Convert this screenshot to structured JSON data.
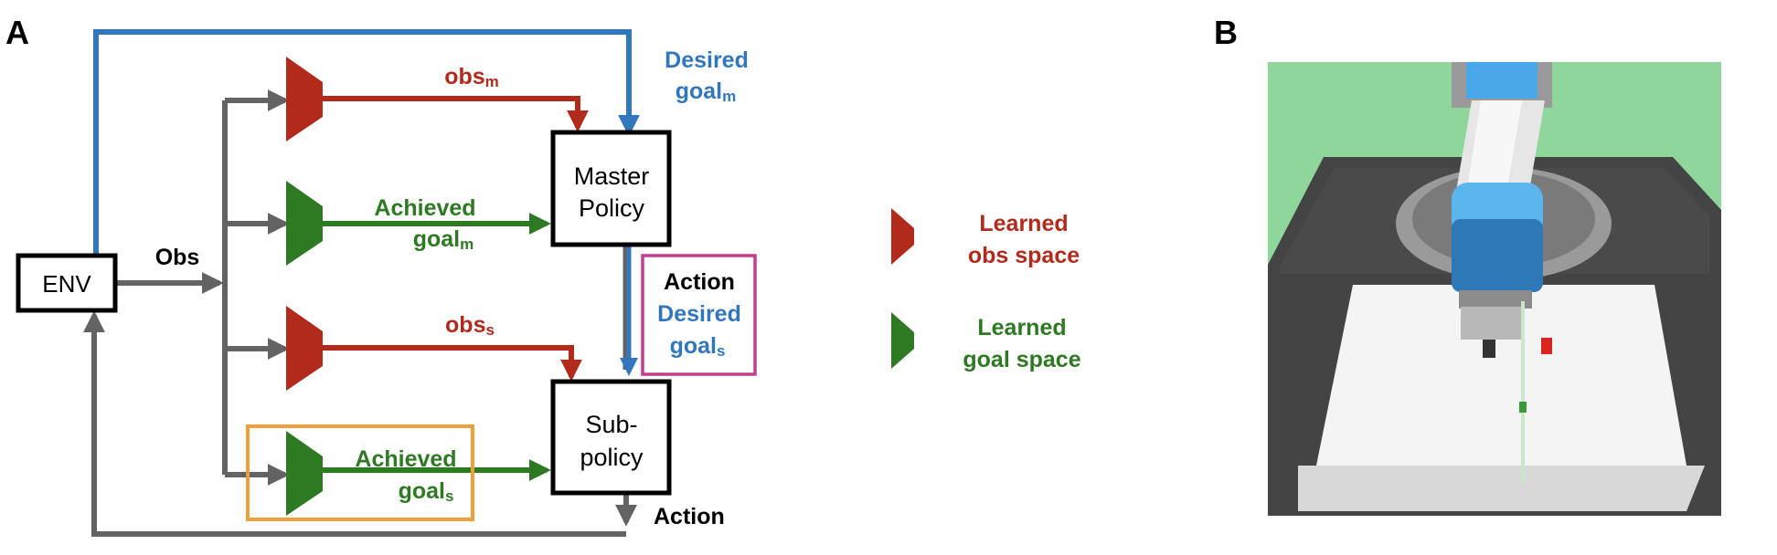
{
  "panel_a": {
    "letter": "A",
    "env_label": "ENV",
    "obs_label": "Obs",
    "master_line1": "Master",
    "master_line2": "Policy",
    "sub_line1": "Sub-",
    "sub_line2": "policy",
    "desired_goal_m_word": "Desired",
    "goal_m_base": "goal",
    "goal_m_sub": "m",
    "obs_m_base": "obs",
    "obs_m_sub": "m",
    "achieved_m_word": "Achieved",
    "achieved_goal_m_base": "goal",
    "achieved_goal_m_sub": "m",
    "obs_s_base": "obs",
    "obs_s_sub": "s",
    "achieved_s_word": "Achieved",
    "achieved_goal_s_base": "goal",
    "achieved_goal_s_sub": "s",
    "action_mid": "Action",
    "desired_s_word": "Desired",
    "goal_s_base": "goal",
    "goal_s_sub": "s",
    "action_bottom": "Action"
  },
  "legend": {
    "obs_line1": "Learned",
    "obs_line2": "obs space",
    "goal_line1": "Learned",
    "goal_line2": "goal space"
  },
  "panel_b": {
    "letter": "B"
  },
  "colors": {
    "red": "#b22a1c",
    "green": "#2d7a22",
    "blue": "#3276bc",
    "gray": "#636363",
    "magenta": "#c43d8b",
    "orange": "#f0a03a",
    "scene_bg": "#8fd69a",
    "table_dark": "#444444",
    "robot_blue": "#4aa8e8"
  }
}
